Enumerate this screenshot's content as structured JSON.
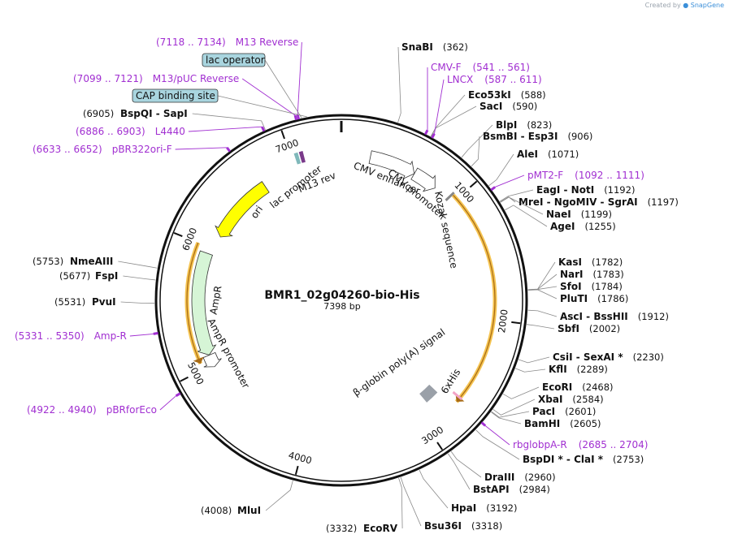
{
  "header": {
    "credit": "Created by",
    "brand": "SnapGene"
  },
  "plasmid": {
    "name": "BMR1_02g04260-bio-His",
    "length_label": "7398 bp",
    "length": 7398
  },
  "ticks": [
    {
      "pos": 1000,
      "label": "1000"
    },
    {
      "pos": 2000,
      "label": "2000"
    },
    {
      "pos": 3000,
      "label": "3000"
    },
    {
      "pos": 4000,
      "label": "4000"
    },
    {
      "pos": 5000,
      "label": "5000"
    },
    {
      "pos": 6000,
      "label": "6000"
    },
    {
      "pos": 7000,
      "label": "7000"
    }
  ],
  "features": [
    {
      "name": "CMV enhancer",
      "start": 235,
      "end": 614,
      "color": "#ffffff",
      "kind": "arrow"
    },
    {
      "name": "CMV promoter",
      "start": 615,
      "end": 818,
      "color": "#ffffff",
      "kind": "arrow"
    },
    {
      "name": "Kozak sequence",
      "start": 950,
      "end": 959,
      "color": "#888888",
      "kind": "mark"
    },
    {
      "name": "ORF",
      "start": 960,
      "end": 2700,
      "color": "#f5c451",
      "kind": "orf"
    },
    {
      "name": "6xHis",
      "start": 2660,
      "end": 2678,
      "color": "#f2a3c7",
      "kind": "mark"
    },
    {
      "name": "β-globin poly(A) signal",
      "start": 2750,
      "end": 2880,
      "color": "#9aa0a8",
      "kind": "box"
    },
    {
      "name": "AmpR promoter",
      "start": 4980,
      "end": 5085,
      "color": "#ffffff",
      "kind": "arrow-rev"
    },
    {
      "name": "AmpR",
      "start": 5086,
      "end": 5946,
      "color": "#d6f5d6",
      "kind": "arrow-rev"
    },
    {
      "name": "ORF2",
      "start": 5050,
      "end": 6000,
      "color": "#f5c451",
      "kind": "orf-rev"
    },
    {
      "name": "ori",
      "start": 6117,
      "end": 6705,
      "color": "#ffff00",
      "kind": "arrow-rev"
    },
    {
      "name": "lac promoter",
      "start": 7030,
      "end": 7060,
      "color": "#7fb8ba",
      "kind": "box"
    },
    {
      "name": "M13 rev",
      "start": 7070,
      "end": 7100,
      "color": "#7a3a8a",
      "kind": "box"
    }
  ],
  "enzymes_right": [
    {
      "name": "SnaBI",
      "pos": "(362)",
      "site": 362
    },
    {
      "name": "Eco53kI",
      "pos": "(588)",
      "site": 588
    },
    {
      "name": "SacI",
      "pos": "(590)",
      "site": 590
    },
    {
      "name": "BlpI",
      "pos": "(823)",
      "site": 823
    },
    {
      "name": "BsmBI  -  Esp3I",
      "pos": "(906)",
      "site": 906
    },
    {
      "name": "AleI",
      "pos": "(1071)",
      "site": 1071
    },
    {
      "name": "EagI  -  NotI",
      "pos": "(1192)",
      "site": 1192
    },
    {
      "name": "MreI  -  NgoMIV  -  SgrAI",
      "pos": "(1197)",
      "site": 1197
    },
    {
      "name": "NaeI",
      "pos": "(1199)",
      "site": 1199
    },
    {
      "name": "AgeI",
      "pos": "(1255)",
      "site": 1255
    },
    {
      "name": "KasI",
      "pos": "(1782)",
      "site": 1782
    },
    {
      "name": "NarI",
      "pos": "(1783)",
      "site": 1783
    },
    {
      "name": "SfoI",
      "pos": "(1784)",
      "site": 1784
    },
    {
      "name": "PluTI",
      "pos": "(1786)",
      "site": 1786
    },
    {
      "name": "AscI  -  BssHII",
      "pos": "(1912)",
      "site": 1912
    },
    {
      "name": "SbfI",
      "pos": "(2002)",
      "site": 2002
    },
    {
      "name": "CsiI  -  SexAI *",
      "pos": "(2230)",
      "site": 2230
    },
    {
      "name": "KflI",
      "pos": "(2289)",
      "site": 2289
    },
    {
      "name": "EcoRI",
      "pos": "(2468)",
      "site": 2468
    },
    {
      "name": "XbaI",
      "pos": "(2584)",
      "site": 2584
    },
    {
      "name": "PacI",
      "pos": "(2601)",
      "site": 2601
    },
    {
      "name": "BamHI",
      "pos": "(2605)",
      "site": 2605
    },
    {
      "name": "BspDI *  -  ClaI *",
      "pos": "(2753)",
      "site": 2753
    },
    {
      "name": "DraIII",
      "pos": "(2960)",
      "site": 2960
    },
    {
      "name": "BstAPI",
      "pos": "(2984)",
      "site": 2984
    },
    {
      "name": "HpaI",
      "pos": "(3192)",
      "site": 3192
    },
    {
      "name": "Bsu36I",
      "pos": "(3318)",
      "site": 3318
    }
  ],
  "enzymes_left": [
    {
      "name": "EcoRV",
      "pos": "(3332)",
      "site": 3332
    },
    {
      "name": "MluI",
      "pos": "(4008)",
      "site": 4008
    },
    {
      "name": "PvuI",
      "pos": "(5531)",
      "site": 5531
    },
    {
      "name": "FspI",
      "pos": "(5677)",
      "site": 5677
    },
    {
      "name": "NmeAIII",
      "pos": "(5753)",
      "site": 5753
    },
    {
      "name": "BspQI  -  SapI",
      "pos": "(6905)",
      "site": 6905
    }
  ],
  "primers": [
    {
      "name": "CMV-F",
      "range": "(541 .. 561)",
      "site": 551
    },
    {
      "name": "LNCX",
      "range": "(587 .. 611)",
      "site": 599
    },
    {
      "name": "pMT2-F",
      "range": "(1092 .. 1111)",
      "site": 1101
    },
    {
      "name": "rbglobpA-R",
      "range": "(2685 .. 2704)",
      "site": 2694
    },
    {
      "name": "pBRforEco",
      "range": "(4922 .. 4940)",
      "site": 4931
    },
    {
      "name": "Amp-R",
      "range": "(5331 .. 5350)",
      "site": 5340
    },
    {
      "name": "pBR322ori-F",
      "range": "(6633 .. 6652)",
      "site": 6642
    },
    {
      "name": "L4440",
      "range": "(6886 .. 6903)",
      "site": 6894
    },
    {
      "name": "M13/pUC Reverse",
      "range": "(7099 .. 7121)",
      "site": 7110
    },
    {
      "name": "M13 Reverse",
      "range": "(7118 .. 7134)",
      "site": 7126
    }
  ],
  "boxed_features": [
    {
      "name": "lac operator",
      "site": 7146
    },
    {
      "name": "CAP binding site",
      "site": 7180
    }
  ],
  "colors": {
    "primer": "#a12fd1",
    "boxed_bg": "#a9d5df",
    "orf": "#f5c451"
  }
}
